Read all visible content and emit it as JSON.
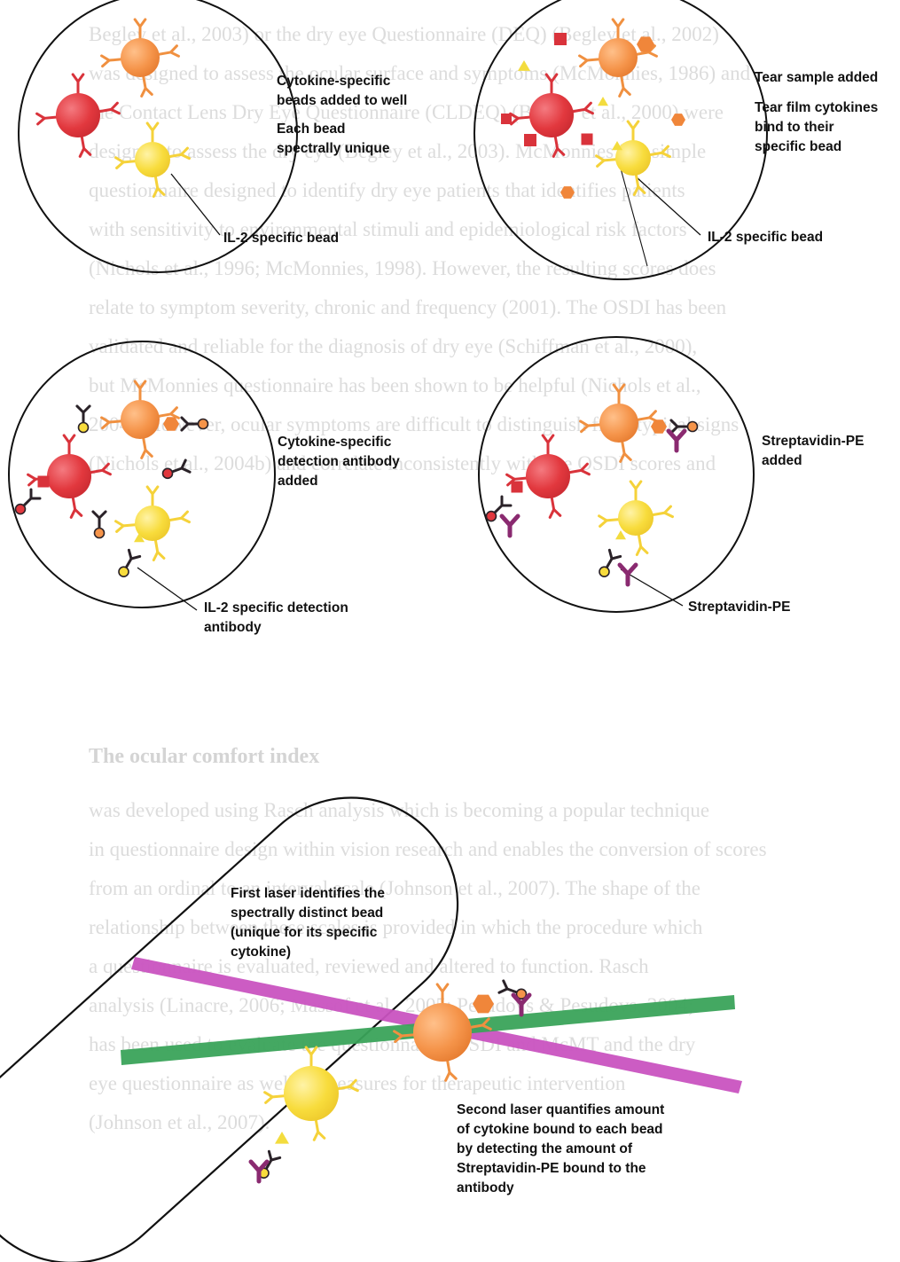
{
  "background_text": {
    "lines_top": [
      "Begley et al., 2003) or the dry eye Questionnaire (DEQ) (Begley et al., 2002)",
      "was designed to assess the ocular surface and symptoms (McMonnies, 1986) and",
      "the Contact Lens Dry Eye Questionnaire (CLDEQ) (Begley et al., 2000) were",
      "designed to assess the dry eye (Begley et al., 2003). McMonnies is a simple",
      "questionnaire designed to identify dry eye patients that identifies patients",
      "with sensitivity to environmental stimuli and epidemiological risk factors",
      "(Nichols et al., 1996; McMonnies, 1998). However, the resulting scores does",
      "relate to symptom severity, chronic and frequency (2001). The OSDI has been",
      "validated and reliable for the diagnosis of dry eye (Schiffman et al., 2000),",
      "but McMonnies questionnaire has been shown to be helpful (Nichols et al.,",
      "2004). However, ocular symptoms are difficult to distinguish from typical signs",
      "(Nichols et al., 2004b) and correlate inconsistently with the OSDI scores and"
    ],
    "heading": "The ocular comfort index",
    "lines_bottom": [
      "was developed using Rasch analysis which is becoming a popular technique",
      "in questionnaire design within vision research and enables the conversion of scores",
      "from an ordinal to an interval scale (Johnson et al., 2007). The shape of the",
      "relationship between these scales is provided in which the procedure which",
      "a questionnaire is evaluated, reviewed and altered to function. Rasch",
      "analysis (Linacre, 2006; Massof et al., 2005; Pesudovs & Pesudovs, 2004;",
      "has been used to evaluate the questionnaires OSDI and McMT and the dry",
      "eye questionnaire as well as measures for therapeutic intervention",
      "(Johnson et al., 2007)."
    ]
  },
  "panels": {
    "beads_added": {
      "label_lines": [
        "Cytokine-specific",
        "beads added to well"
      ],
      "unique_lines": [
        "Each bead",
        "spectrally unique"
      ],
      "callout": "IL-2 specific bead"
    },
    "sample_added": {
      "label": "Tear sample added",
      "bind_lines": [
        "Tear film cytokines",
        "bind to their",
        "specific bead"
      ],
      "callout": "IL-2 specific bead"
    },
    "detection_antibody": {
      "label_lines": [
        "Cytokine-specific",
        "detection antibody",
        "added"
      ],
      "callout_lines": [
        "IL-2 specific detection",
        "antibody"
      ]
    },
    "streptavidin": {
      "label_lines": [
        "Streptavidin-PE",
        "added"
      ],
      "callout": "Streptavidin-PE"
    },
    "flow_cell": {
      "first_laser_lines": [
        "First laser identifies the",
        "spectrally distinct bead",
        "(unique for its specific",
        "cytokine)"
      ],
      "second_laser_lines": [
        "Second laser quantifies amount",
        "of cytokine bound to each bead",
        "by detecting the amount of",
        "Streptavidin-PE bound to the",
        "antibody"
      ]
    }
  },
  "colors": {
    "bead_orange": "#f5944a",
    "bead_red": "#e2383e",
    "bead_yellow": "#f8dc3c",
    "cytokine_red": "#d9333b",
    "cytokine_orange": "#f0863a",
    "cytokine_yellow": "#f3dc3e",
    "antibody_dark": "#2a2228",
    "streptavidin_purple": "#8a2a70",
    "laser_magenta": "#c953c0",
    "laser_green": "#3aa35a",
    "outline": "#111111"
  }
}
